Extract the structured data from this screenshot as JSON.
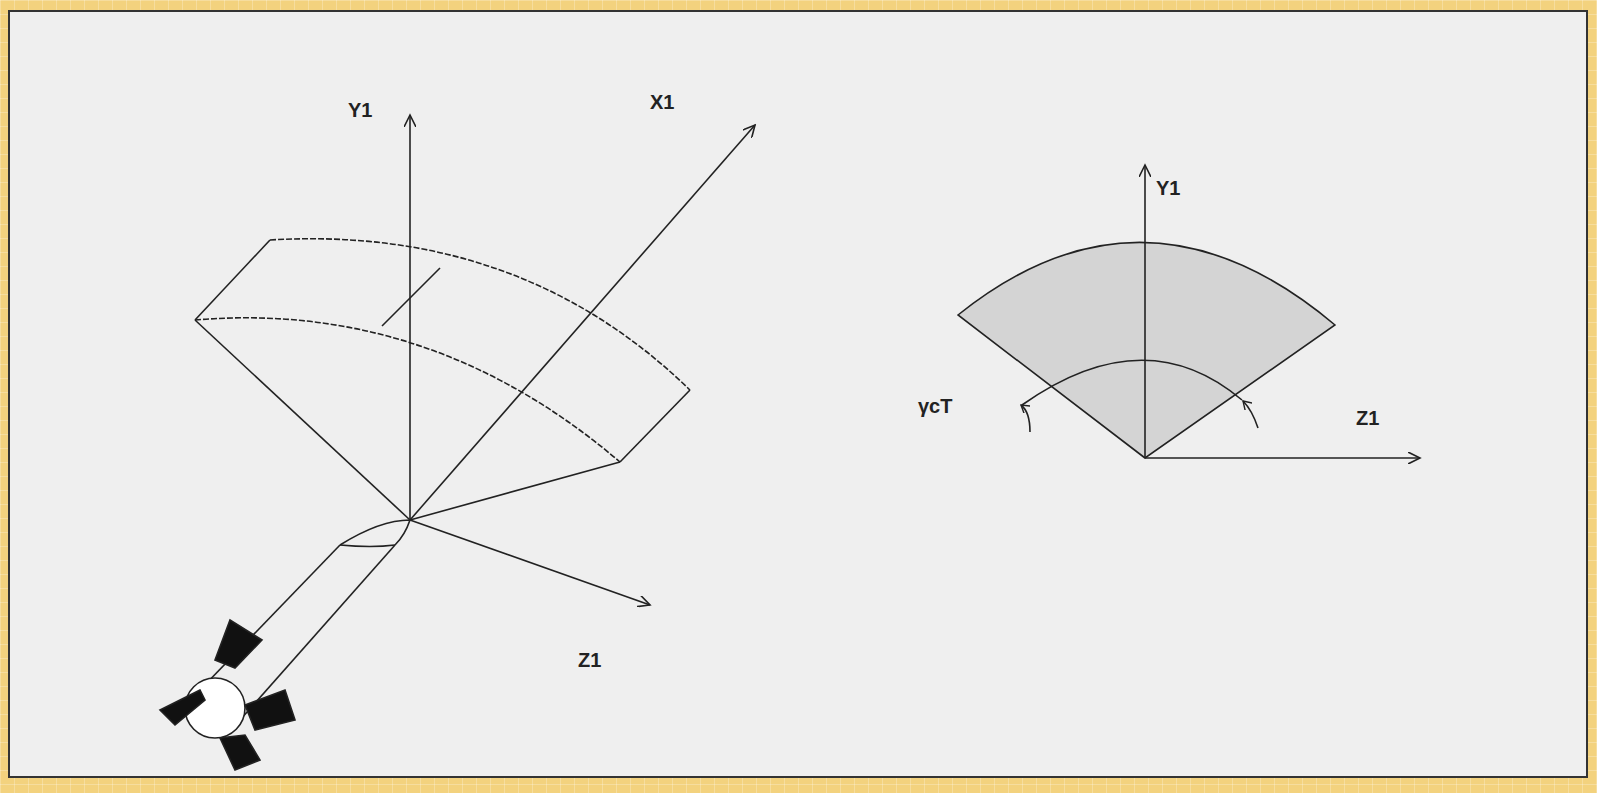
{
  "diagram": {
    "labels": [
      "Y1",
      "X1",
      "Z1",
      "Y1",
      "γcT",
      "Z1"
    ]
  }
}
